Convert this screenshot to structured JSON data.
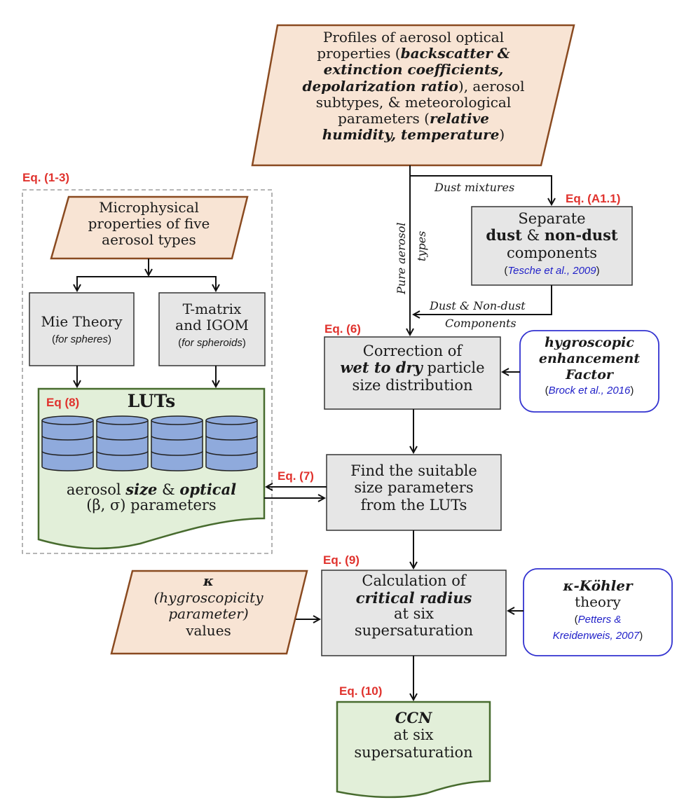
{
  "colors": {
    "input_fill": "#f8e4d4",
    "input_stroke": "#8a4a20",
    "process_fill": "#e6e6e6",
    "process_stroke": "#333333",
    "output_fill": "#e2efd9",
    "output_stroke": "#476b2e",
    "reference_stroke": "#3232d0",
    "database_fill": "#8faadc",
    "equation_label": "#e0322d",
    "citation_text": "#1f1fc8"
  },
  "nodes": {
    "profiles": {
      "line1": "Profiles of aerosol optical",
      "line2_pre": "properties (",
      "line2_bold": "backscatter &",
      "line3_bold": "extinction coefficients,",
      "line4_bold": "depolarization ratio",
      "line4_post": "), aerosol",
      "line5": "subtypes, & meteorological",
      "line6_pre": "parameters (",
      "line6_bold": "relative",
      "line7_bold": "humidity, temperature",
      "line7_post": ")"
    },
    "separate": {
      "line1": "Separate",
      "bold1": "dust",
      "amp": " & ",
      "bold2": "non-dust",
      "line3": "components",
      "citation": "Tesche et al., 2009"
    },
    "microphysical": {
      "line1": "Microphysical",
      "line2": "properties of five",
      "line3": "aerosol types"
    },
    "mie": {
      "line1": "Mie Theory",
      "note": "for spheres"
    },
    "tmatrix": {
      "line1": "T-matrix",
      "line2": "and IGOM",
      "note": "for spheroids"
    },
    "luts": {
      "title": "LUTs",
      "line1_pre": "aerosol ",
      "line1_bold1": "size",
      "line1_mid": " & ",
      "line1_bold2": "optical",
      "line2": "(β, σ) parameters",
      "database_count": 4
    },
    "correction": {
      "line1": "Correction of",
      "line2_bold": "wet to dry",
      "line2_post": " particle",
      "line3": "size distribution"
    },
    "hygroscopic": {
      "line1": "hygroscopic",
      "line2": "enhancement",
      "line3": "Factor",
      "citation": "Brock et al., 2016"
    },
    "find": {
      "line1": "Find the suitable",
      "line2": "size parameters",
      "line3": "from the LUTs"
    },
    "kappa": {
      "symbol": "κ",
      "line2": "(hygroscopicity",
      "line3": "parameter)",
      "line4": "values"
    },
    "calculation": {
      "line1": "Calculation of",
      "line2_bold": "critical radius",
      "line3": "at six",
      "line4": "supersaturation"
    },
    "kohler": {
      "line1_bold": "κ-Köhler",
      "line2": "theory",
      "citation_line1": "Petters &",
      "citation_line2": "Kreidenweis, 2007"
    },
    "ccn": {
      "line1": "CCN",
      "line2": "at six",
      "line3": "supersaturation"
    }
  },
  "edge_labels": {
    "dust_mixtures": "Dust mixtures",
    "pure_aerosol_line1": "Pure aerosol",
    "pure_aerosol_line2": "types",
    "dust_nondust_line1": "Dust & Non-dust",
    "dust_nondust_line2": "Components"
  },
  "equations": {
    "eq_1_3": "Eq. (1-3)",
    "eq_a1_1": "Eq. (A1.1)",
    "eq_6": "Eq. (6)",
    "eq_7": "Eq. (7)",
    "eq_8": "Eq (8)",
    "eq_9": "Eq. (9)",
    "eq_10": "Eq. (10)"
  }
}
